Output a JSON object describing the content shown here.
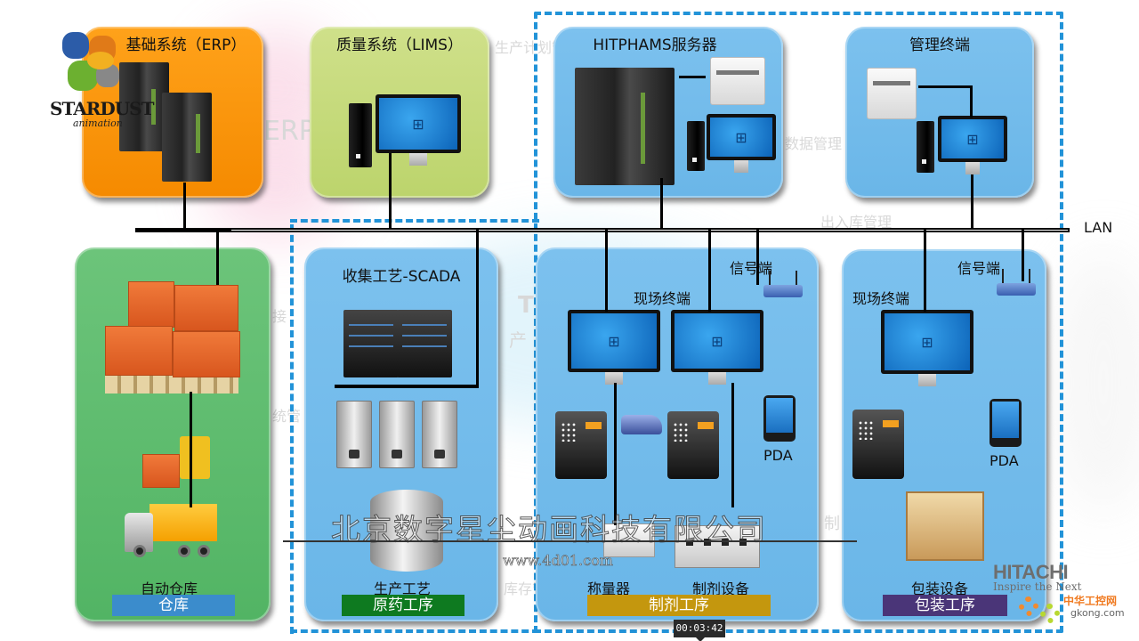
{
  "background_labels": [
    "生产计划管",
    "ERP",
    "数据管理",
    "出入库管理",
    "接",
    "统管",
    "T",
    "产",
    "库存管",
    "制"
  ],
  "network": {
    "lan_label": "LAN"
  },
  "top_panels": [
    {
      "id": "erp",
      "title": "基础系统（ERP）",
      "color": "#f79100"
    },
    {
      "id": "lims",
      "title": "质量系统（LIMS）",
      "color": "#c6da7a"
    },
    {
      "id": "hitphams",
      "title": "HITPHAMS服务器",
      "color": "#72bbeb"
    },
    {
      "id": "mgmt",
      "title": "管理终端",
      "color": "#72bbeb"
    }
  ],
  "bottom_panels": [
    {
      "id": "warehouse",
      "color": "#5cbb6e",
      "device_label": "自动仓库",
      "stage": {
        "label": "仓库",
        "color": "#3b8ccc"
      }
    },
    {
      "id": "api",
      "color": "#72bbeb",
      "title": "收集工艺-SCADA",
      "device_label": "生产工艺",
      "stage": {
        "label": "原药工序",
        "color": "#0e7a20"
      }
    },
    {
      "id": "formulation",
      "color": "#72bbeb",
      "signal_label": "信号端",
      "terminal_label": "现场终端",
      "pda_label": "PDA",
      "device_labels": [
        "称量器",
        "制剂设备"
      ],
      "stage": {
        "label": "制剂工序",
        "color": "#c4970e"
      }
    },
    {
      "id": "packaging",
      "color": "#72bbeb",
      "signal_label": "信号端",
      "terminal_label": "现场终端",
      "pda_label": "PDA",
      "device_label": "包装设备",
      "stage": {
        "label": "包装工序",
        "color": "#4a3578"
      }
    }
  ],
  "icons": {
    "windows": "⊞"
  },
  "watermark": {
    "company": "北京数字星尘动画科技有限公司",
    "url": "www.4d01.com"
  },
  "logos": {
    "stardust": {
      "name": "STARDUST",
      "sub": "animation"
    },
    "hitachi": {
      "brand": "HITACHI",
      "tagline": "Inspire the Next"
    },
    "gkong": {
      "cn": "中华工控网",
      "en": "gkong.com"
    }
  },
  "video": {
    "timestamp": "00:03:42"
  }
}
